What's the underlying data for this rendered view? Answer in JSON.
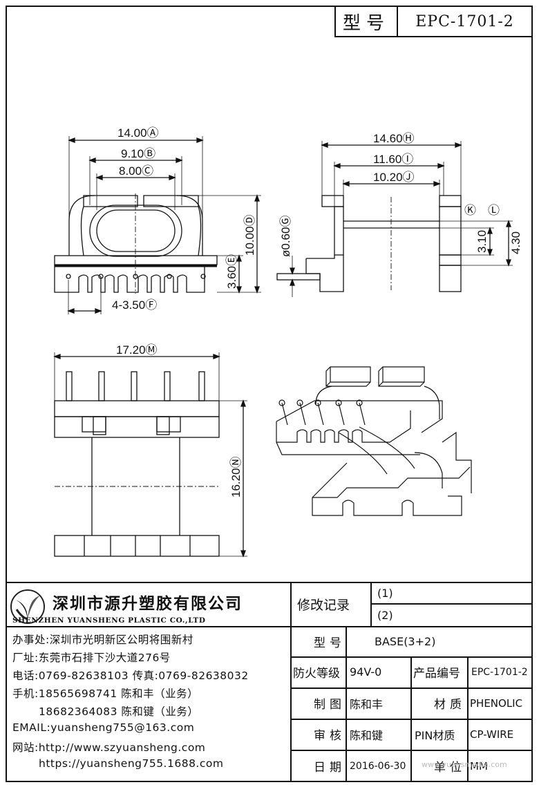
{
  "model_box": {
    "label": "型号",
    "value": "EPC-1701-2"
  },
  "dimensions": {
    "A": "14.00Ⓐ",
    "B": "9.10Ⓑ",
    "C": "8.00Ⓒ",
    "D": "10.00Ⓓ",
    "E": "3.60Ⓔ",
    "F": "4-3.50Ⓕ",
    "G": "ø0.60Ⓖ",
    "H": "14.60Ⓗ",
    "I": "11.60Ⓘ",
    "J": "10.20Ⓙ",
    "K": "Ⓚ",
    "L": "Ⓛ",
    "K_val": "3.10",
    "L_val": "4.30",
    "M": "17.20Ⓜ",
    "N": "16.20Ⓝ"
  },
  "company": {
    "name_cn": "深圳市源升塑胶有限公司",
    "name_en": "SHENZHEN YUANSHENG PLASTIC CO.,LTD",
    "office": "办事处:深圳市光明新区公明将围新村",
    "factory": "厂址:东莞市石排下沙大道276号",
    "phone": "电话:0769-82638103 传真:0769-82638032",
    "mobile1": "手机:18565698741 陈和丰（业务）",
    "mobile2": "18682364083 陈和键（业务）",
    "email": "EMAIL:yuansheng755@163.com",
    "website1": "网站:http://www.szyuansheng.com",
    "website2": "https://yuansheng755.1688.com"
  },
  "revision": {
    "label": "修改记录",
    "r1": "(1)",
    "r2": "(2)"
  },
  "specs": {
    "model_label": "型号",
    "model_value": "BASE(3+2)",
    "fire_label": "防火等级",
    "fire_value": "94V-0",
    "pn_label": "产品编号",
    "pn_value": "EPC-1701-2",
    "drawn_label": "制图",
    "drawn_value": "陈和丰",
    "material_label": "材质",
    "material_value": "PHENOLIC",
    "check_label": "审核",
    "check_value": "陈和键",
    "pin_label": "PIN材质",
    "pin_value": "CP-WIRE",
    "date_label": "日期",
    "date_value": "2016-06-30",
    "unit_label": "单位",
    "unit_value": "MM"
  },
  "watermark": "www.yuansmedia.com"
}
